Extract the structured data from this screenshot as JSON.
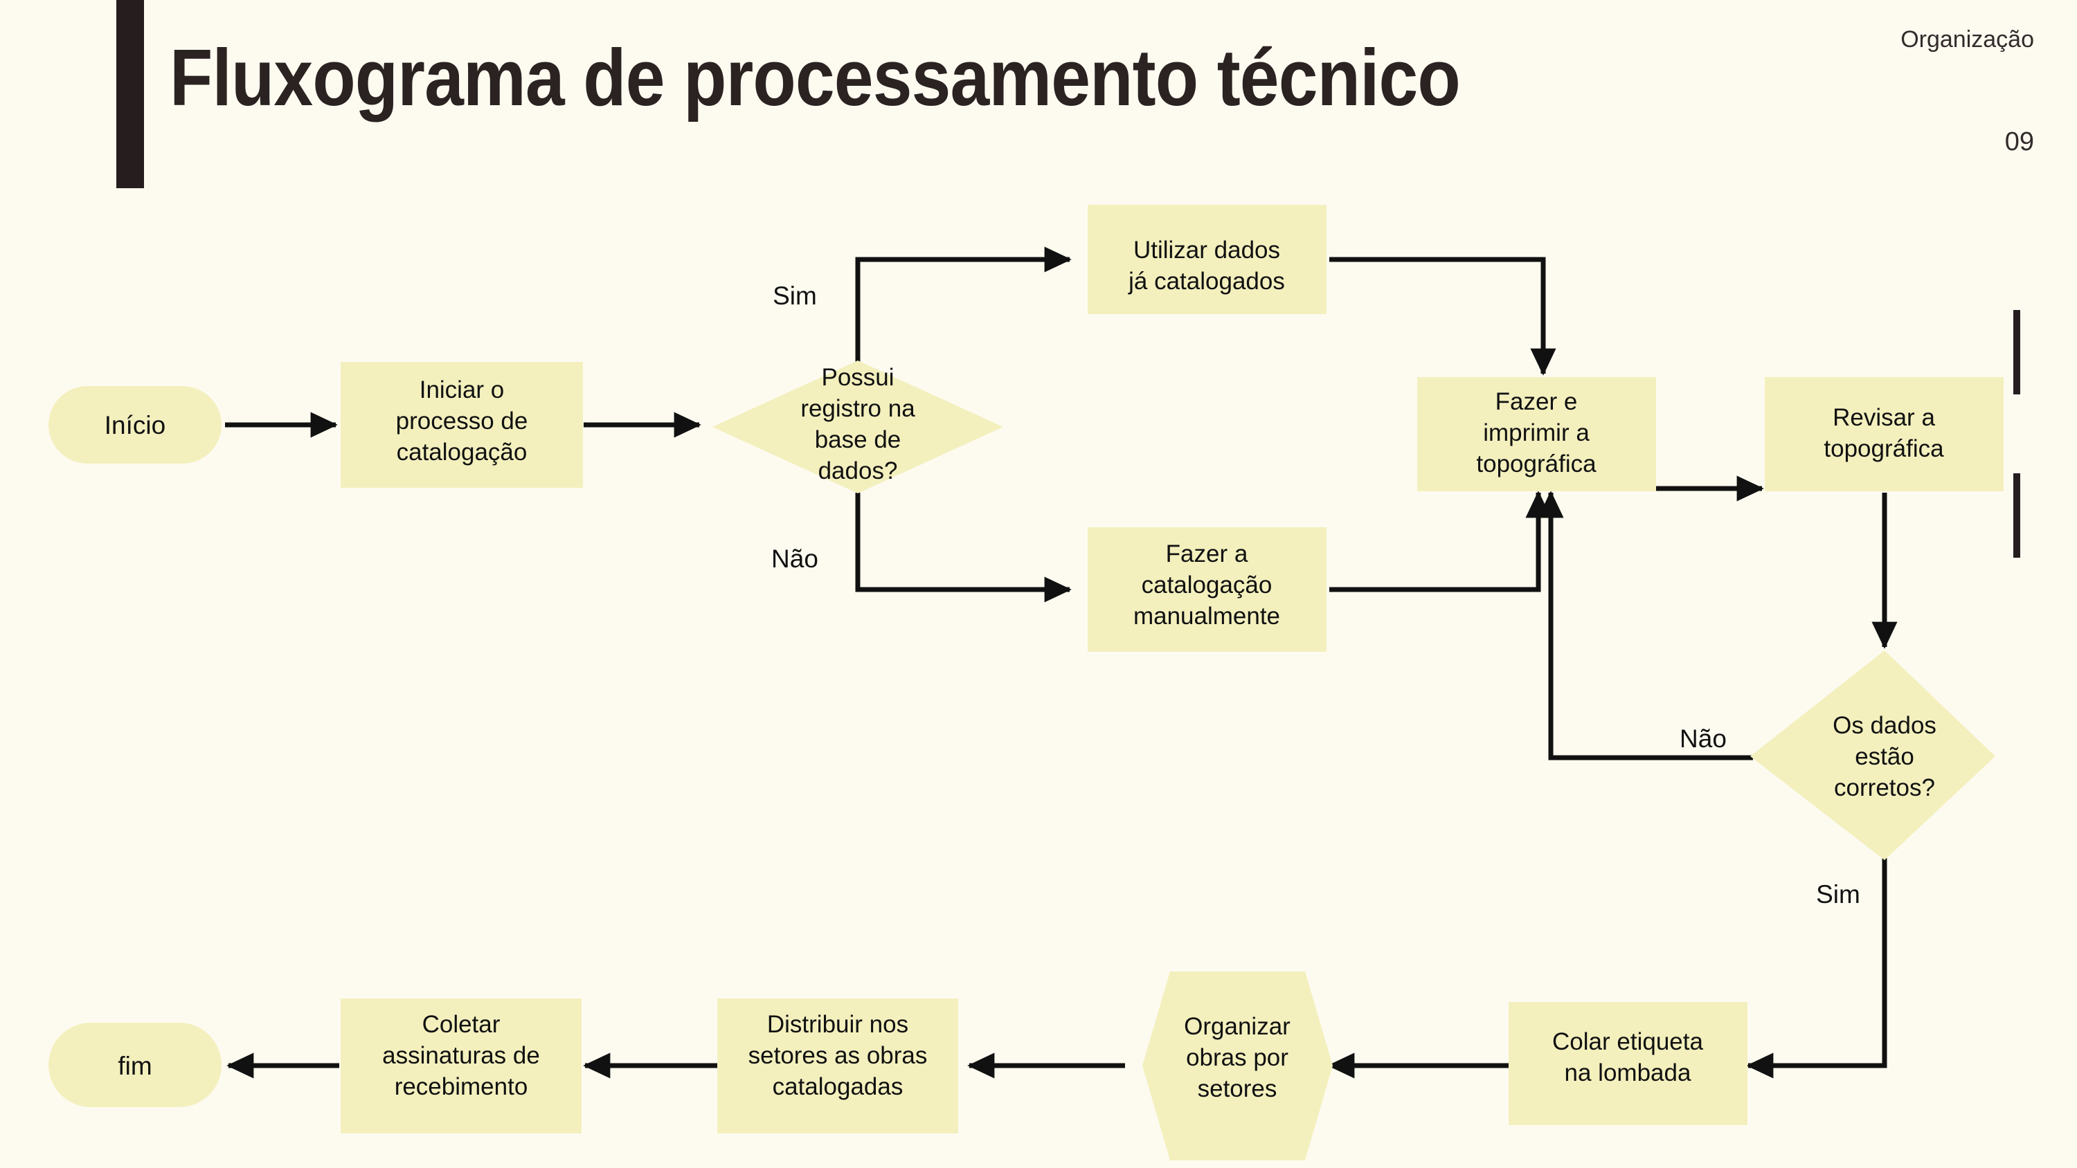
{
  "header": {
    "title": "Fluxograma de processamento técnico",
    "section_label": "Organização",
    "slide_number": "09"
  },
  "colors": {
    "background": "#FDFBF0",
    "shape_fill": "#F3F0BE",
    "ink": "#111111",
    "accent_dark": "#261E1E"
  },
  "flowchart": {
    "nodes": {
      "inicio": {
        "label": "Início",
        "shape": "terminator"
      },
      "iniciar": {
        "label": "Iniciar o\nprocesso de\ncatalogação",
        "shape": "process"
      },
      "possui": {
        "label": "Possui\nregistro na\nbase de\ndados?",
        "shape": "decision"
      },
      "utilizar": {
        "label": "Utilizar dados\njá catalogados",
        "shape": "process"
      },
      "manual": {
        "label": "Fazer a\ncatalogação\nmanualmente",
        "shape": "process"
      },
      "imprimir": {
        "label": "Fazer e\nimprimir a\ntopográfica",
        "shape": "process"
      },
      "revisar": {
        "label": "Revisar a\ntopográfica",
        "shape": "process"
      },
      "corretos": {
        "label": "Os dados\nestão\ncorretos?",
        "shape": "decision"
      },
      "etiqueta": {
        "label": "Colar etiqueta\nna lombada",
        "shape": "process"
      },
      "organizar": {
        "label": "Organizar\nobras por\nsetores",
        "shape": "hexagon"
      },
      "distribuir": {
        "label": "Distribuir nos\nsetores as obras\ncatalogadas",
        "shape": "process"
      },
      "coletar": {
        "label": "Coletar\nassinaturas de\nrecebimento",
        "shape": "process"
      },
      "fim": {
        "label": "fim",
        "shape": "terminator"
      }
    },
    "edge_labels": {
      "possui_sim": "Sim",
      "possui_nao": "Não",
      "corretos_nao": "Não",
      "corretos_sim": "Sim"
    },
    "edges": [
      {
        "from": "inicio",
        "to": "iniciar"
      },
      {
        "from": "iniciar",
        "to": "possui"
      },
      {
        "from": "possui",
        "to": "utilizar",
        "label": "Sim"
      },
      {
        "from": "possui",
        "to": "manual",
        "label": "Não"
      },
      {
        "from": "utilizar",
        "to": "imprimir"
      },
      {
        "from": "manual",
        "to": "imprimir"
      },
      {
        "from": "imprimir",
        "to": "revisar"
      },
      {
        "from": "revisar",
        "to": "corretos"
      },
      {
        "from": "corretos",
        "to": "imprimir",
        "label": "Não"
      },
      {
        "from": "corretos",
        "to": "etiqueta",
        "label": "Sim"
      },
      {
        "from": "etiqueta",
        "to": "organizar"
      },
      {
        "from": "organizar",
        "to": "distribuir"
      },
      {
        "from": "distribuir",
        "to": "coletar"
      },
      {
        "from": "coletar",
        "to": "fim"
      }
    ]
  }
}
